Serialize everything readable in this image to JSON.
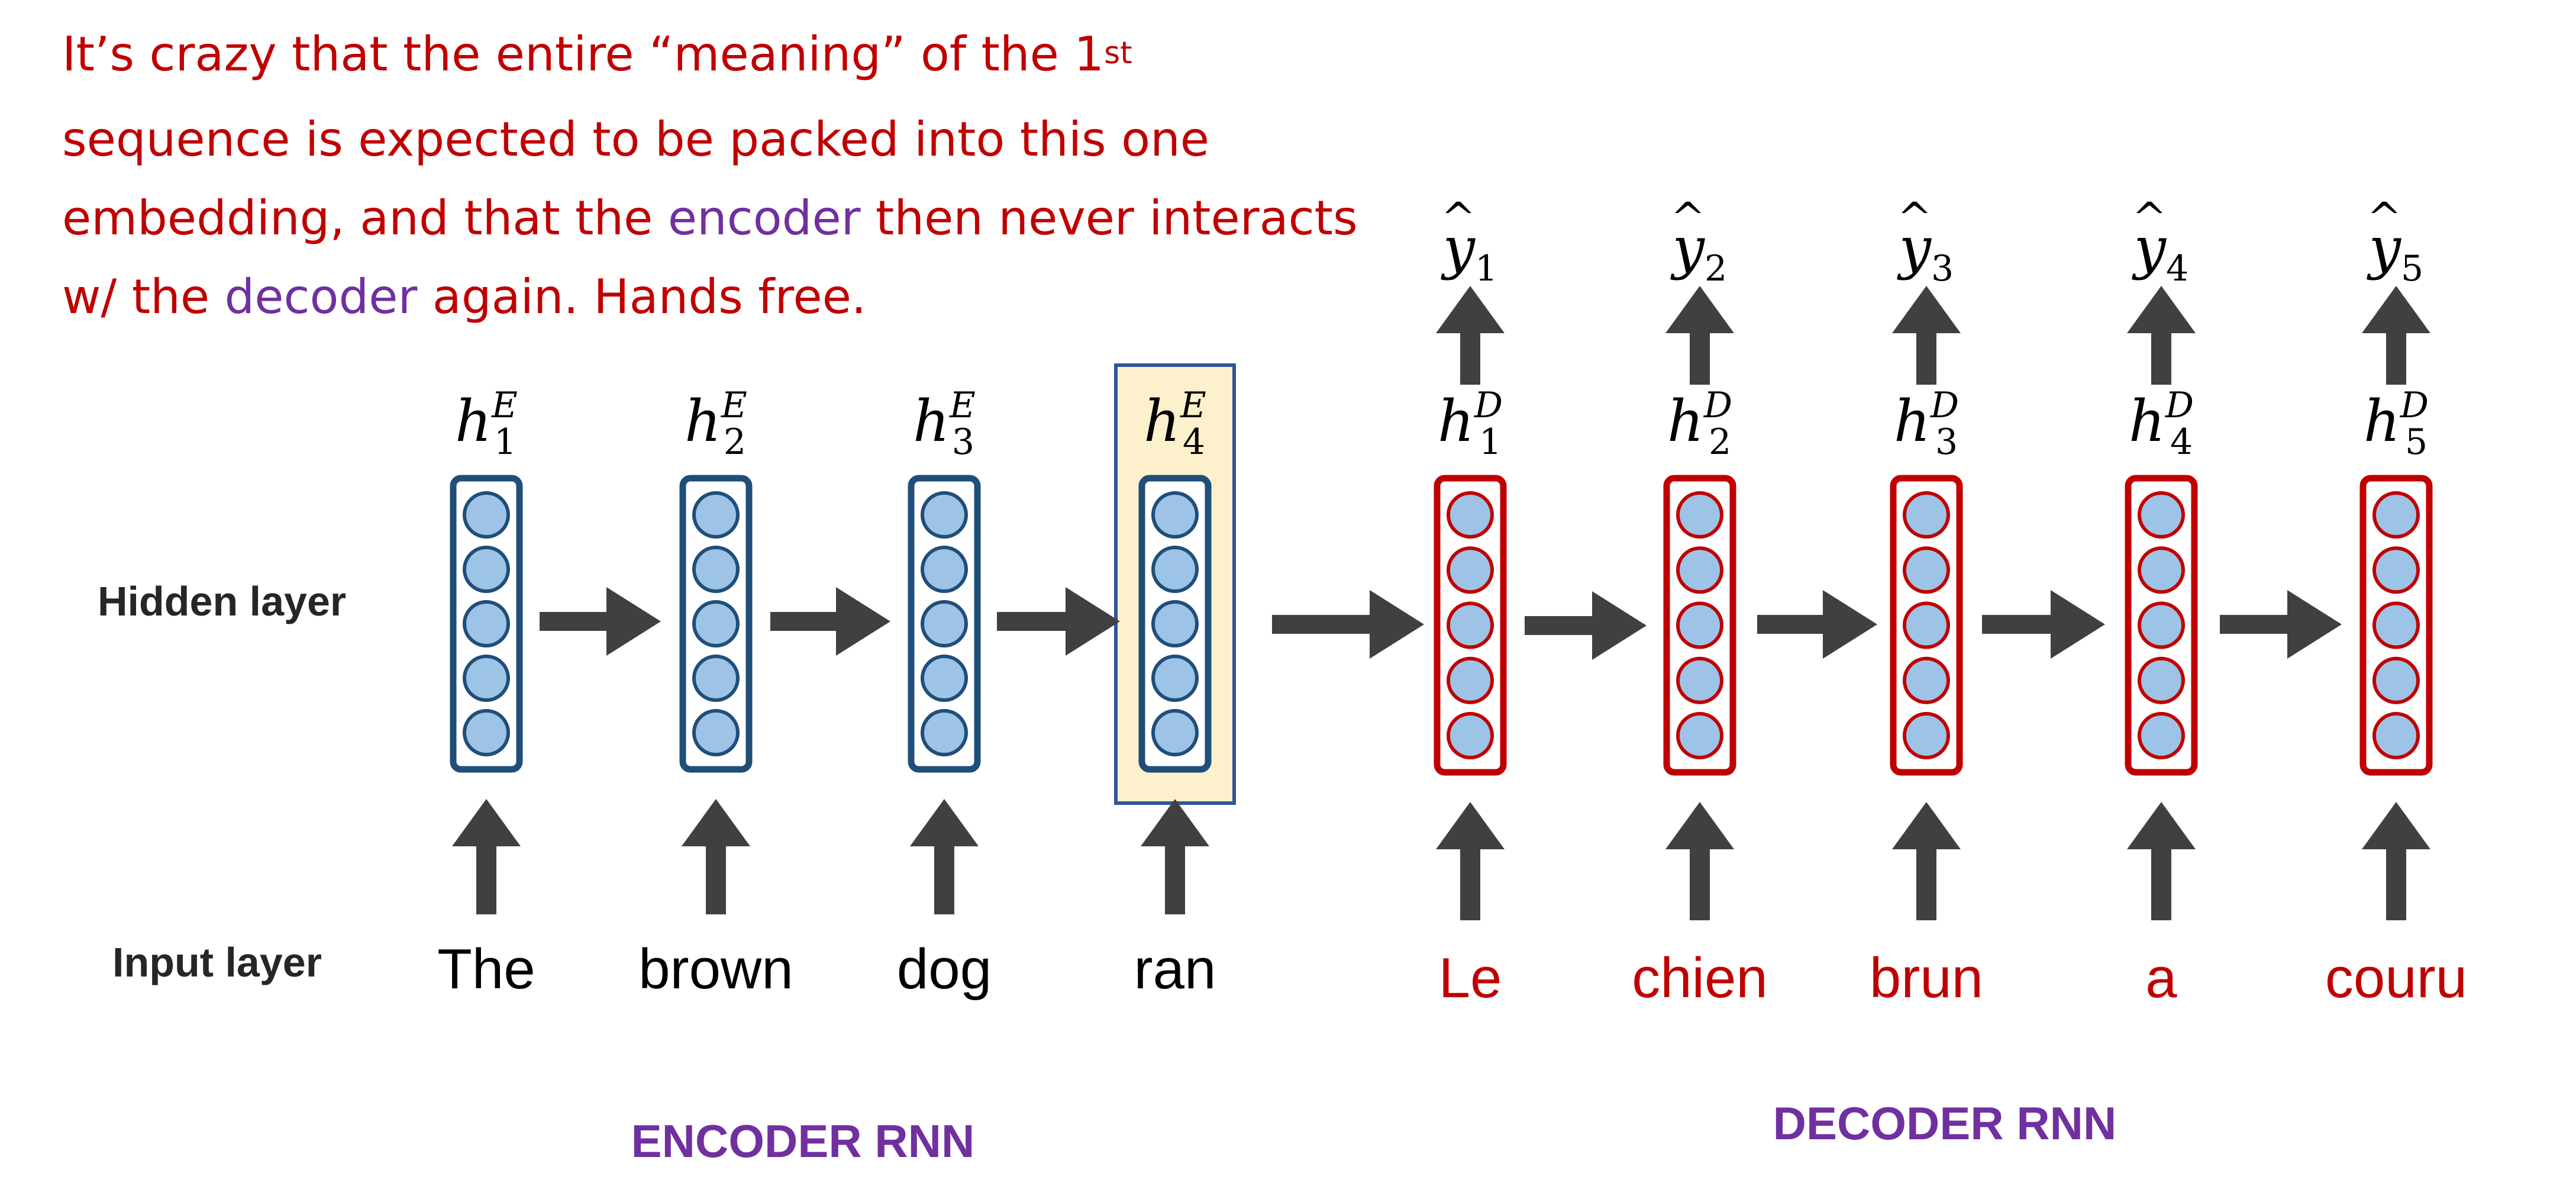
{
  "callout": {
    "p1": "It’s crazy that the entire “meaning” of the 1",
    "p1_sup": "st",
    "p2": " sequence is expected to be packed into this one embedding, and that the ",
    "encoder_word": "encoder",
    "p3": " then never interacts w/ the ",
    "decoder_word": "decoder",
    "p4": " again. Hands free."
  },
  "row_labels": {
    "hidden": "Hidden layer",
    "input": "Input layer"
  },
  "encoder": {
    "title": "ENCODER RNN",
    "state_letter": "h",
    "superscript": "E",
    "subscripts": [
      "1",
      "2",
      "3",
      "4"
    ],
    "words": [
      "The",
      "brown",
      "dog",
      "ran"
    ],
    "highlighted_index": 3
  },
  "decoder": {
    "title": "DECODER RNN",
    "state_letter": "h",
    "superscript": "D",
    "subscripts": [
      "1",
      "2",
      "3",
      "4",
      "5"
    ],
    "words": [
      "Le",
      "chien",
      "brun",
      "a",
      "couru"
    ],
    "output_letter": "y",
    "output_hat": "^",
    "output_subscripts": [
      "1",
      "2",
      "3",
      "4",
      "5"
    ]
  },
  "colors": {
    "encoder_border": "#1f4e79",
    "decoder_border": "#c00000",
    "neuron_fill": "#9dc3e6",
    "arrow": "#404040",
    "highlight_fill": "#fdf0cc",
    "highlight_border": "#2f5597",
    "purple": "#7030a0",
    "red_text": "#c00000"
  }
}
